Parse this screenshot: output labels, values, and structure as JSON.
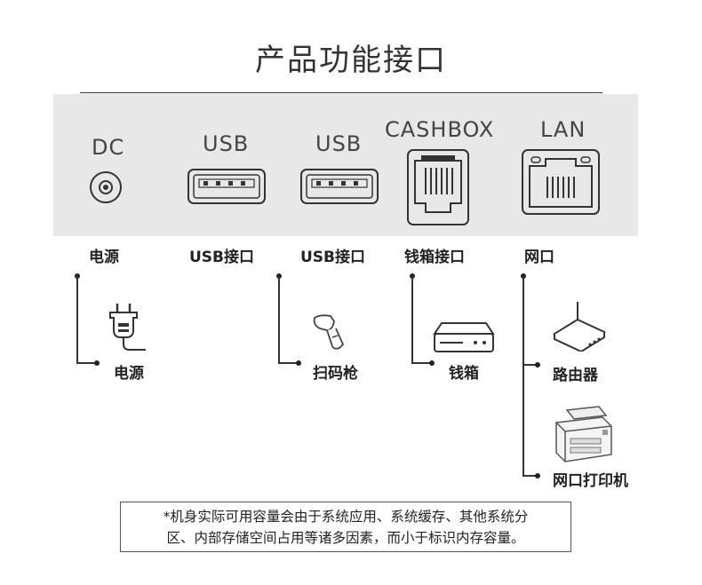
{
  "title": "产品功能接口",
  "ports": [
    {
      "label": "DC",
      "caption": "电源",
      "icon": "dc-jack-icon"
    },
    {
      "label": "USB",
      "caption": "USB接口",
      "icon": "usb-port-icon"
    },
    {
      "label": "USB",
      "caption": "USB接口",
      "icon": "usb-port-icon"
    },
    {
      "label": "CASHBOX",
      "caption": "钱箱接口",
      "icon": "rj-port-icon"
    },
    {
      "label": "LAN",
      "caption": "网口",
      "icon": "ethernet-port-icon"
    }
  ],
  "devices": {
    "power": {
      "label": "电源",
      "icon": "power-plug-icon"
    },
    "scanner": {
      "label": "扫码枪",
      "icon": "barcode-scanner-icon"
    },
    "cashbox": {
      "label": "钱箱",
      "icon": "cash-drawer-icon"
    },
    "router": {
      "label": "路由器",
      "icon": "router-icon"
    },
    "printer": {
      "label": "网口打印机",
      "icon": "printer-icon"
    }
  },
  "note": {
    "line1": "*机身实际可用容量会由于系统应用、系统缓存、其他系统分",
    "line2": "区、内部存储空间占用等诸多因素，而小于标识内存容量。"
  }
}
